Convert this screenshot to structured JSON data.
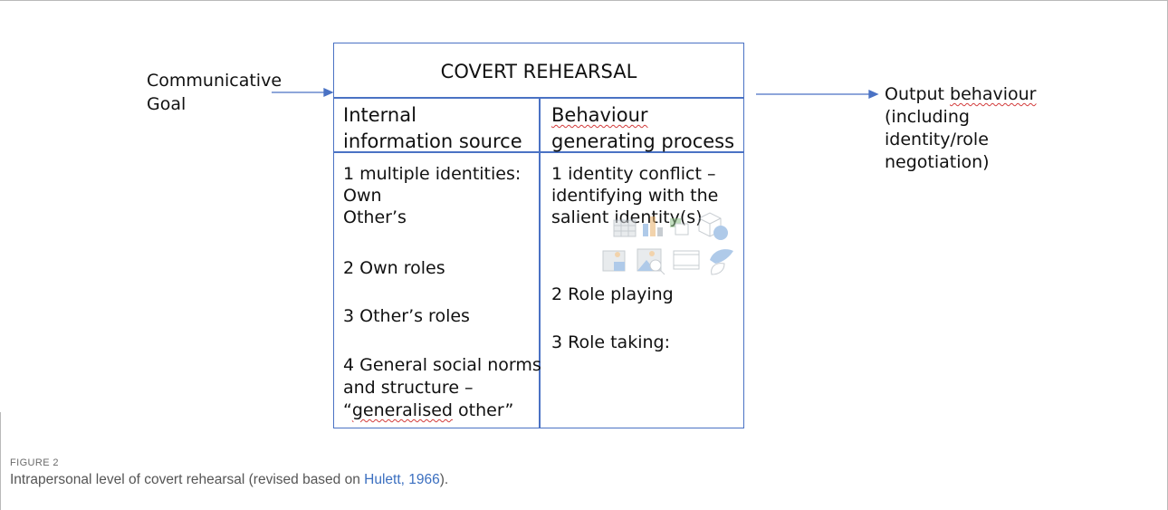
{
  "figure": {
    "left_input": {
      "line1": "Communicative",
      "line2": "Goal"
    },
    "box_title": "COVERT REHEARSAL",
    "col1_header": {
      "line1": "Internal",
      "line2": "information source"
    },
    "col2_header": {
      "line1": "Behaviour",
      "line2": "generating process"
    },
    "col1_items": {
      "i1_l1": "1 multiple identities:",
      "i1_l2": "Own",
      "i1_l3": "Other’s",
      "i2": "2 Own roles",
      "i3": "3 Other’s roles",
      "i4_l1": "4 General social norms",
      "i4_l2": "and structure –",
      "i4_l3_quote": "“",
      "i4_l3_word": "generalised",
      "i4_l3_rest": " other”"
    },
    "col2_items": {
      "i1_l1": "1 identity conflict –",
      "i1_l2": "identifying with the",
      "i1_l3": "salient identity(s)",
      "i2": "2 Role playing",
      "i3": "3 Role taking:"
    },
    "output": {
      "l1_prefix": "Output ",
      "l1_word": "behaviour",
      "l2": "(including",
      "l3": "identity/role",
      "l4": "negotiation)"
    },
    "placeholder_icons": [
      "table-icon",
      "chart-icon",
      "smartart-icon",
      "3d-model-icon",
      "picture-icon",
      "online-picture-icon",
      "video-icon",
      "icons-icon"
    ]
  },
  "caption": {
    "label": "FIGURE 2",
    "text_before": "Intrapersonal level of covert rehearsal (revised based on ",
    "link": "Hulett, 1966",
    "text_after": ")."
  },
  "colors": {
    "box_border": "#4a72c4",
    "arrow": "#4a72c4",
    "link": "#3b6fc0",
    "spell_underline": "#d23b3b"
  }
}
